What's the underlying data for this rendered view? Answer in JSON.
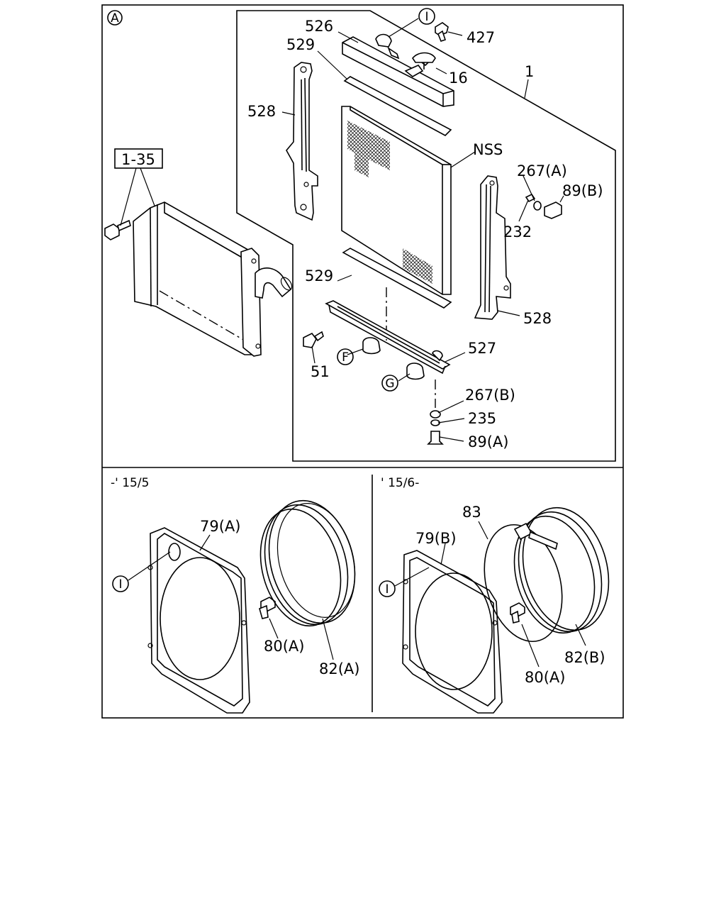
{
  "diagram": {
    "main_view_marker": "A",
    "ref_box": "1-35",
    "callouts": {
      "i_marker": "I",
      "f_marker": "F",
      "g_marker": "G"
    },
    "labels": {
      "p526": "526",
      "p427": "427",
      "p529_top": "529",
      "p16": "16",
      "p1": "1",
      "p528_left": "528",
      "nss": "NSS",
      "p267a": "267(A)",
      "p89b": "89(B)",
      "p232": "232",
      "p529_bottom": "529",
      "p528_right": "528",
      "p527": "527",
      "p51": "51",
      "p267b": "267(B)",
      "p235": "235",
      "p89a": "89(A)"
    },
    "lower_left": {
      "period": "-' 15/5",
      "p79a": "79(A)",
      "p80a": "80(A)",
      "p82a": "82(A)",
      "i_marker": "I"
    },
    "lower_right": {
      "period": "' 15/6-",
      "p83": "83",
      "p79b": "79(B)",
      "p80a": "80(A)",
      "p82b": "82(B)",
      "i_marker": "I"
    }
  }
}
